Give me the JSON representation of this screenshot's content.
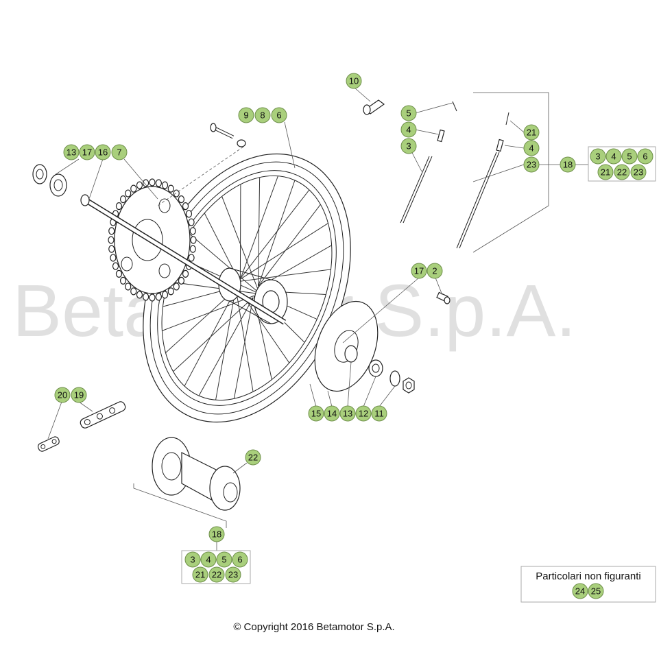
{
  "watermark": "Betamotor S.p.A.",
  "copyright": "© Copyright 2016 Betamotor S.p.A.",
  "not_shown_box": {
    "title": "Particolari non figuranti",
    "numbers": [
      "24",
      "25"
    ]
  },
  "kit_top": [
    "3",
    "4",
    "5",
    "6",
    "21",
    "22",
    "23"
  ],
  "kit_bottom": [
    "3",
    "4",
    "5",
    "6",
    "21",
    "22",
    "23"
  ],
  "callouts": {
    "c10": "10",
    "c5": "5",
    "c4a": "4",
    "c3": "3",
    "c21": "21",
    "c4b": "4",
    "c23": "23",
    "c18a": "18",
    "c9": "9",
    "c8": "8",
    "c6": "6",
    "c13a": "13",
    "c17a": "17",
    "c16": "16",
    "c7": "7",
    "c17b": "17",
    "c2": "2",
    "c20": "20",
    "c19": "19",
    "c15": "15",
    "c14": "14",
    "c13b": "13",
    "c12": "12",
    "c11": "11",
    "c22": "22",
    "c18b": "18"
  },
  "colors": {
    "callout_fill": "#a9cf7c",
    "callout_stroke": "#6e8f4a",
    "line_art": "#222222"
  }
}
